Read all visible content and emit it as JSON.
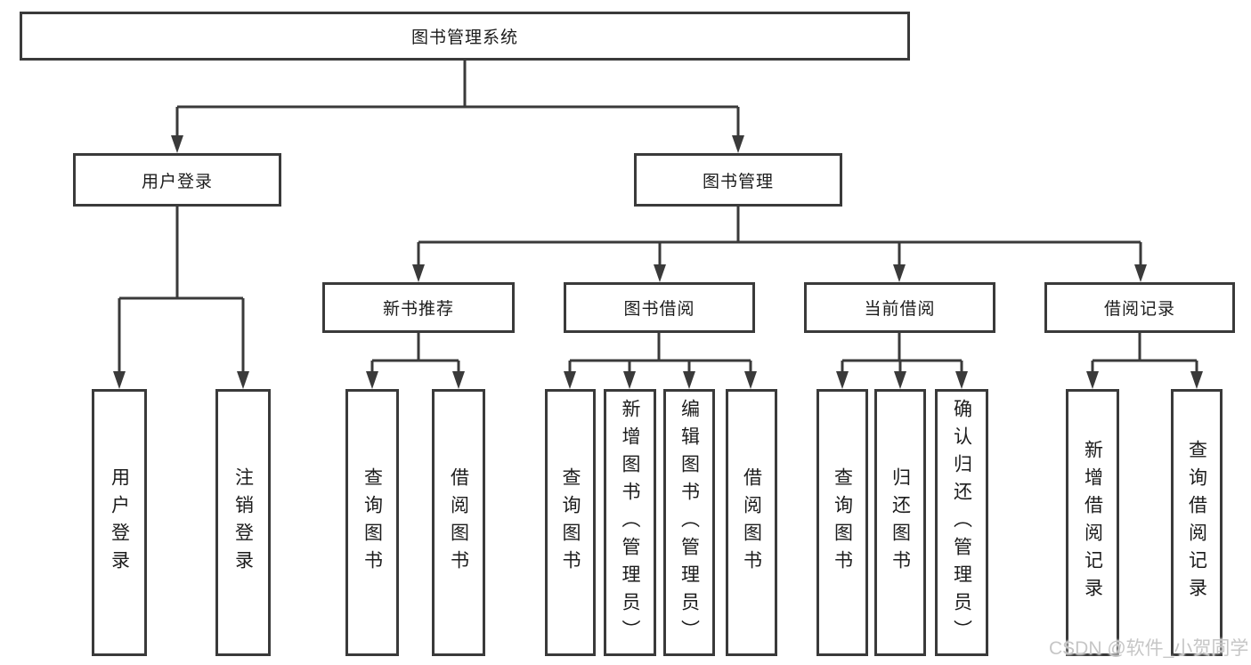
{
  "diagram": {
    "root": {
      "label": "图书管理系统"
    },
    "branches": [
      {
        "label": "用户登录",
        "children": [
          {
            "label": "用户登录"
          },
          {
            "label": "注销登录"
          }
        ]
      },
      {
        "label": "图书管理",
        "children": [
          {
            "label": "新书推荐",
            "children": [
              {
                "label": "查询图书"
              },
              {
                "label": "借阅图书"
              }
            ]
          },
          {
            "label": "图书借阅",
            "children": [
              {
                "label": "查询图书"
              },
              {
                "label": "新增图书（管理员）"
              },
              {
                "label": "编辑图书（管理员）"
              },
              {
                "label": "借阅图书"
              }
            ]
          },
          {
            "label": "当前借阅",
            "children": [
              {
                "label": "查询图书"
              },
              {
                "label": "归还图书"
              },
              {
                "label": "确认归还（管理员）"
              }
            ]
          },
          {
            "label": "借阅记录",
            "children": [
              {
                "label": "新增借阅记录"
              },
              {
                "label": "查询借阅记录"
              }
            ]
          }
        ]
      }
    ],
    "watermark": "CSDN @软件_小贺同学",
    "colors": {
      "line": "#3a3a3a",
      "text": "#1c1c1c",
      "background": "#ffffff",
      "watermark": "#c6c6c6"
    }
  }
}
